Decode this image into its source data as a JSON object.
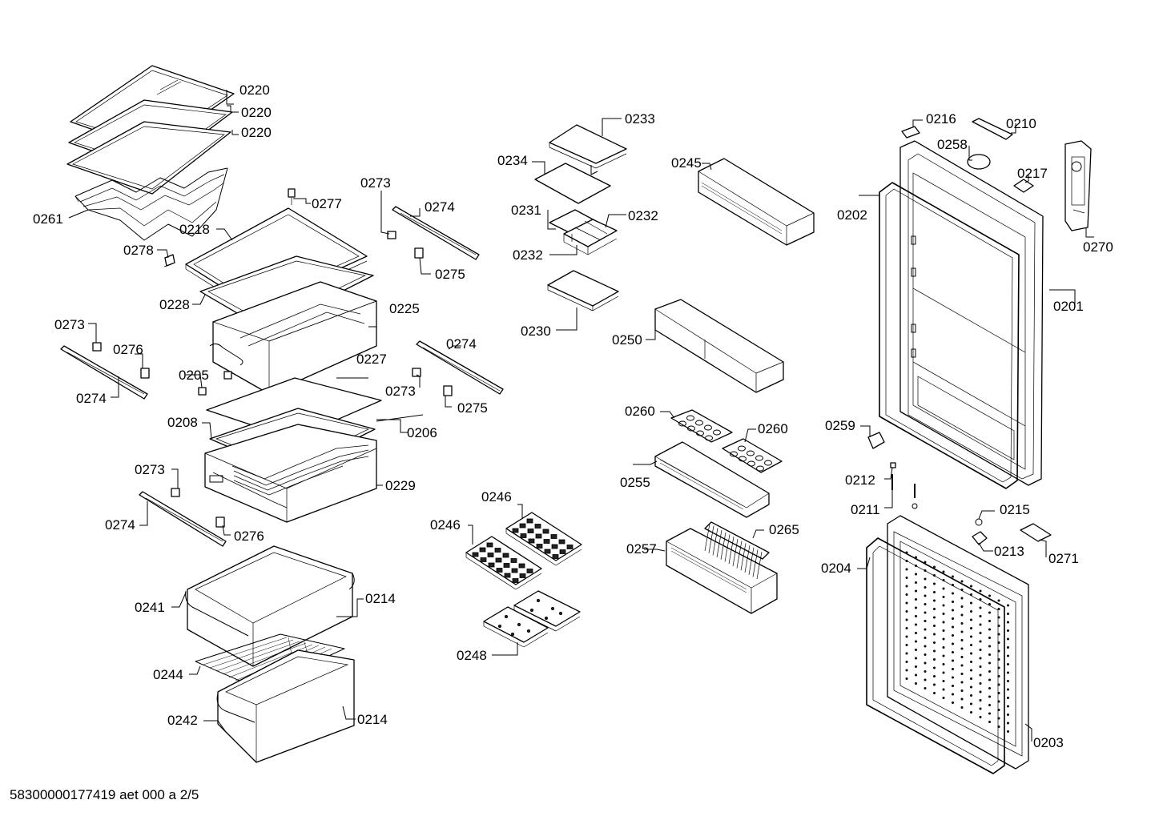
{
  "labels": {
    "l0220a": "0220",
    "l0220b": "0220",
    "l0220c": "0220",
    "l0261": "0261",
    "l0277": "0277",
    "l0218": "0218",
    "l0278": "0278",
    "l0228": "0228",
    "l0225": "0225",
    "l0273a": "0273",
    "l0274a": "0274",
    "l0275a": "0275",
    "l0273b": "0273",
    "l0276a": "0276",
    "l0274b": "0274",
    "l0205": "0205",
    "l0227": "0227",
    "l0274c": "0274",
    "l0273c": "0273",
    "l0275b": "0275",
    "l0208": "0208",
    "l0206": "0206",
    "l0229": "0229",
    "l0273d": "0273",
    "l0274d": "0274",
    "l0276b": "0276",
    "l0241": "0241",
    "l0214a": "0214",
    "l0244": "0244",
    "l0242": "0242",
    "l0214b": "0214",
    "l0233": "0233",
    "l0234": "0234",
    "l0231": "0231",
    "l0232a": "0232",
    "l0232b": "0232",
    "l0230": "0230",
    "l0245": "0245",
    "l0250": "0250",
    "l0260a": "0260",
    "l0260b": "0260",
    "l0255": "0255",
    "l0257": "0257",
    "l0265": "0265",
    "l0246a": "0246",
    "l0246b": "0246",
    "l0248": "0248",
    "l0216": "0216",
    "l0210": "0210",
    "l0258": "0258",
    "l0217": "0217",
    "l0202": "0202",
    "l0270": "0270",
    "l0201": "0201",
    "l0259": "0259",
    "l0212": "0212",
    "l0211": "0211",
    "l0215": "0215",
    "l0213": "0213",
    "l0271": "0271",
    "l0204": "0204",
    "l0203": "0203"
  },
  "footer": "58300000177419 aet 000 a 2/5"
}
